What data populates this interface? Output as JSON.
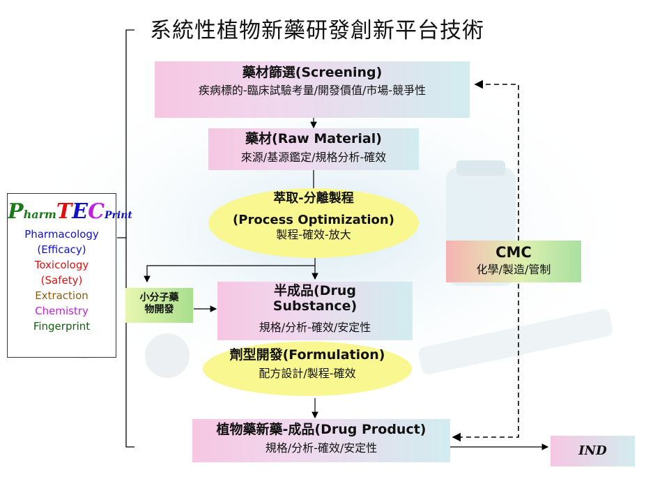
{
  "title": "系統性植物新藥研發創新平台技術",
  "screening": {
    "title": "藥材篩選(Screening)",
    "sub": "疾病標的-臨床試驗考量/開發價值/市場-競爭性"
  },
  "raw_material": {
    "title": "藥材(Raw Material)",
    "sub": "來源/基源鑑定/規格分析-確效"
  },
  "process": {
    "title1": "萃取-分離製程",
    "title2": "(Process Optimization)",
    "sub": "製程-確效-放大"
  },
  "drug_substance": {
    "title1": "半成品(Drug",
    "title2": "Substance)",
    "sub": "規格/分析-確效/安定性"
  },
  "small_molecule": {
    "line1": "小分子藥",
    "line2": "物開發"
  },
  "formulation": {
    "title": "劑型開發(Formulation)",
    "sub": "配方設計/製程-確效"
  },
  "drug_product": {
    "title": "植物藥新藥-成品(Drug Product)",
    "sub": "規格/分析-確效/安定性"
  },
  "cmc": {
    "title": "CMC",
    "sub": "化學/製造/管制"
  },
  "ind": {
    "label": "IND"
  },
  "logo": {
    "p": "P",
    "harm": "harm",
    "t": "T",
    "e": "E",
    "c": "C",
    "print": "Print"
  },
  "legend": [
    {
      "text": "Pharmacology",
      "color": "#1010c8"
    },
    {
      "text": "(Efficacy)",
      "color": "#1010c8"
    },
    {
      "text": "Toxicology",
      "color": "#e01010"
    },
    {
      "text": "(Safety)",
      "color": "#e01010"
    },
    {
      "text": "Extraction",
      "color": "#8a5a10"
    },
    {
      "text": "Chemistry",
      "color": "#c020e0"
    },
    {
      "text": "Fingerprint",
      "color": "#106010"
    }
  ]
}
